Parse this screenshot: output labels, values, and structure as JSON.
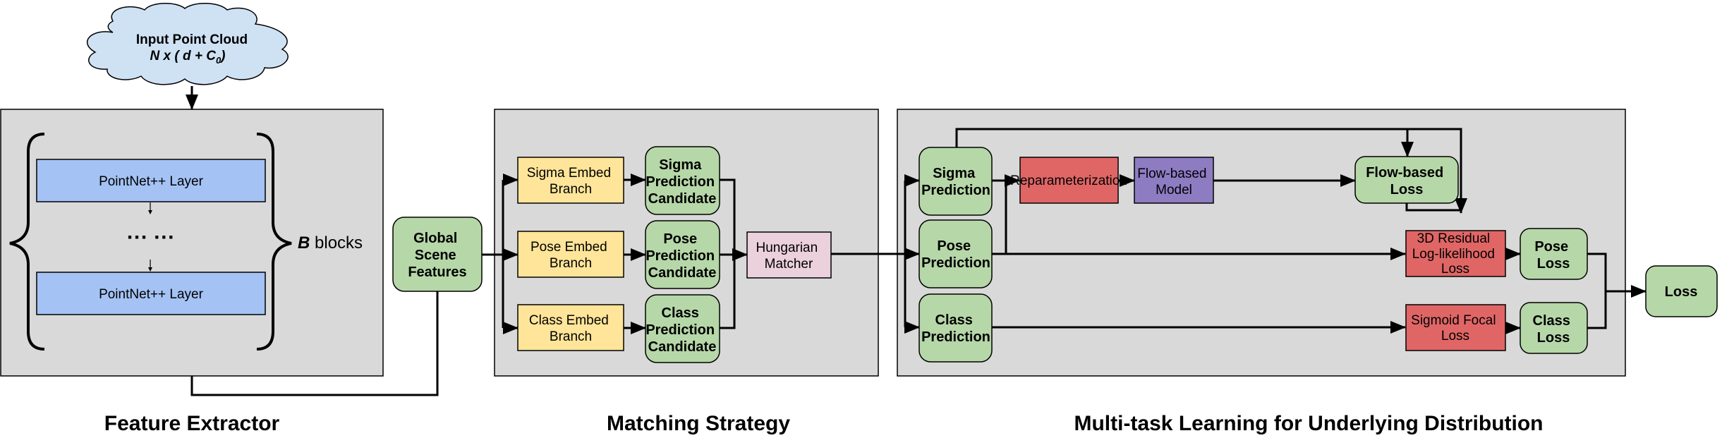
{
  "input": {
    "title": "Input Point Cloud",
    "formula_prefix": "N x ( d + C",
    "formula_sub": "0",
    "formula_suffix": ")"
  },
  "feature_extractor": {
    "caption": "Feature Extractor",
    "layer_top": "PointNet++ Layer",
    "ellipsis": "··· ···",
    "layer_bottom": "PointNet++ Layer",
    "blocks_var": "B",
    "blocks_label": " blocks"
  },
  "global_features": {
    "lines": [
      "Global",
      "Scene",
      "Features"
    ]
  },
  "matching": {
    "caption": "Matching Strategy",
    "branches": [
      {
        "embed": [
          "Sigma Embed",
          "Branch"
        ],
        "candidate": [
          "Sigma",
          "Prediction",
          "Candidate"
        ]
      },
      {
        "embed": [
          "Pose Embed",
          "Branch"
        ],
        "candidate": [
          "Pose",
          "Prediction",
          "Candidate"
        ]
      },
      {
        "embed": [
          "Class Embed",
          "Branch"
        ],
        "candidate": [
          "Class",
          "Prediction",
          "Candidate"
        ]
      }
    ],
    "matcher": [
      "Hungarian",
      "Matcher"
    ]
  },
  "multitask": {
    "caption": "Multi-task Learning for Underlying Distribution",
    "predictions": [
      [
        "Sigma",
        "Prediction"
      ],
      [
        "Pose",
        "Prediction"
      ],
      [
        "Class",
        "Prediction"
      ]
    ],
    "reparam": "Reparameterization",
    "flow_model": [
      "Flow-based",
      "Model"
    ],
    "flow_loss": [
      "Flow-based",
      "Loss"
    ],
    "residual_loss": [
      "3D Residual",
      "Log-likelihood",
      "Loss"
    ],
    "focal_loss": [
      "Sigmoid Focal",
      "Loss"
    ],
    "pose_loss": [
      "Pose",
      "Loss"
    ],
    "class_loss": [
      "Class",
      "Loss"
    ]
  },
  "final_loss": "Loss",
  "colors": {
    "panel": "#d9d9d9",
    "layer_blue": "#a4c2f4",
    "embed_yellow": "#ffe599",
    "node_green": "#b6d7a8",
    "matcher_pink": "#ead1dc",
    "loss_red": "#e06666",
    "flow_purple": "#8e7cc3",
    "cloud_blue": "#cfe2f3"
  }
}
